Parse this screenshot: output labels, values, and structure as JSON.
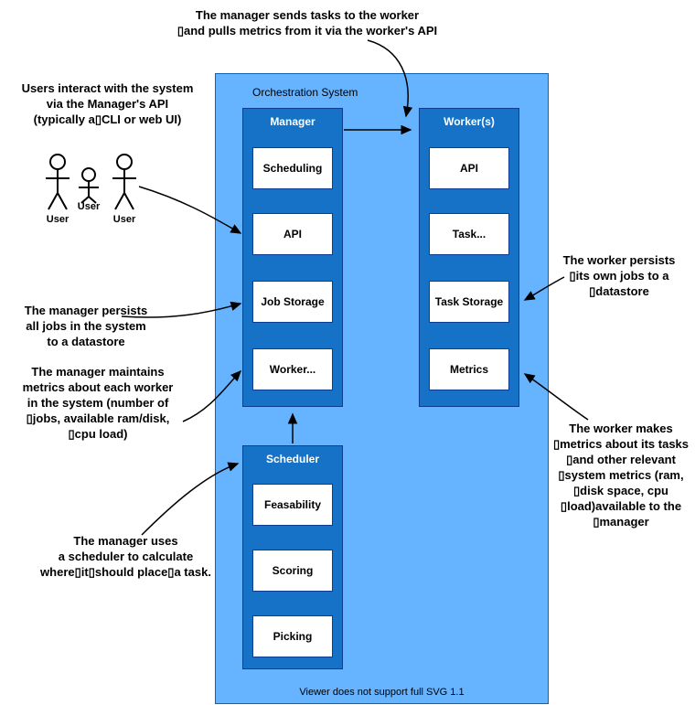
{
  "container": {
    "label": "Orchestration System",
    "footer": "Viewer does not support full SVG 1.1"
  },
  "groups": [
    {
      "label": "Manager",
      "modules": [
        "Scheduling",
        "API",
        "Job Storage",
        "Worker..."
      ]
    },
    {
      "label": "Worker(s)",
      "modules": [
        "API",
        "Task...",
        "Task Storage",
        "Metrics"
      ]
    },
    {
      "label": "Scheduler",
      "modules": [
        "Feasability",
        "Scoring",
        "Picking"
      ]
    }
  ],
  "users": {
    "labels": [
      "User",
      "User",
      "User"
    ],
    "head_colors": [
      "#ee5b5b",
      "#5b8dee",
      "#5bc85b"
    ]
  },
  "annotations": {
    "send_tasks": "The manager sends tasks to the worker\n▯and pulls metrics from it via the worker's API",
    "users_interact": "Users interact with the system\nvia the Manager's API\n(typically a▯CLI or web UI)",
    "persist_jobs": "The manager persists\nall jobs in the system\nto a datastore",
    "maintain_metrics": "The manager maintains\nmetrics about each worker\nin the system (number of\n▯jobs, available ram/disk,\n▯cpu load)",
    "use_scheduler": "The manager uses\na scheduler to calculate\nwhere▯it▯should place▯a task.",
    "worker_persists": "The worker persists\n▯its own jobs to a\n▯datastore",
    "worker_metrics": "The worker makes\n▯metrics about its tasks\n▯and other relevant\n▯system metrics (ram,\n▯disk space, cpu\n▯load)available to the\n▯manager"
  },
  "colors": {
    "container_fill": "#66b3ff",
    "group_fill": "#1672c6",
    "shape_border": "#0b3d91",
    "module_fill": "#ffffff",
    "header_text": "#ffffff",
    "annotation_text": "#000000",
    "arrow": "#000000"
  }
}
